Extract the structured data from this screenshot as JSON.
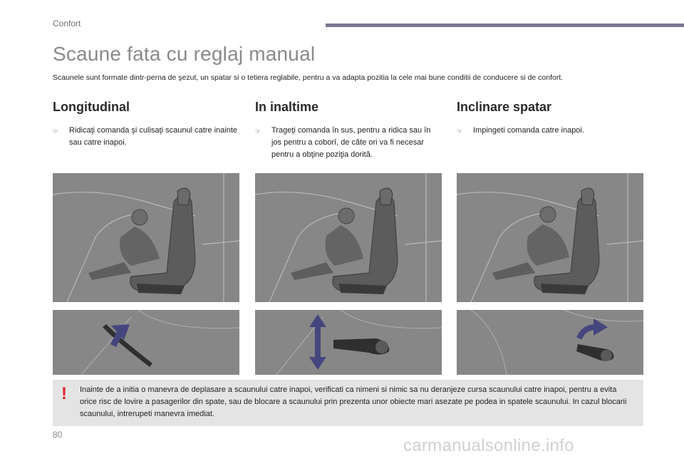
{
  "header": {
    "section_label": "Confort",
    "rule_color": "#7e7593"
  },
  "page": {
    "title": "Scaune fata cu reglaj manual",
    "intro": "Scaunele sunt formate dintr-perna de şezut, un spatar si o tetiera reglabile, pentru a va adapta pozitia la cele mai bune conditii de conducere si de confort.",
    "page_number": "80"
  },
  "columns": [
    {
      "heading": "Longitudinal",
      "bullet_icon": "finger-pointer-icon",
      "bullet": "Ridicaţi comanda şi culisaţi scaunul catre inainte sau catre inapoi."
    },
    {
      "heading": "In inaltime",
      "bullet_icon": "finger-pointer-icon",
      "bullet": "Trageţi comanda în sus, pentru a ridica sau în jos pentru a coborî, de câte ori va fi necesar pentru a obţine poziţia dorită."
    },
    {
      "heading": "Inclinare spatar",
      "bullet_icon": "finger-pointer-icon",
      "bullet": "Impingeti comanda catre inapoi."
    }
  ],
  "warning": {
    "icon": "exclamation-icon",
    "text": "Inainte de a initia o manevra de deplasare a scaunului catre inapoi, verificati ca nimeni si nimic sa nu deranjeze cursa scaunului catre inapoi, pentru a evita orice risc de lovire a pasagerilor din spate, sau de blocare a scaunului prin prezenta unor obiecte mari asezate pe podea in spatele scaunului. In cazul blocarii scaunului, intrerupeti manevra imediat."
  },
  "watermark": "carmanualsonline.info",
  "colors": {
    "illustration_bg": "#888888",
    "arrow": "#46467f",
    "warning_bg": "#e4e4e4",
    "warning_icon": "#e3202a"
  }
}
